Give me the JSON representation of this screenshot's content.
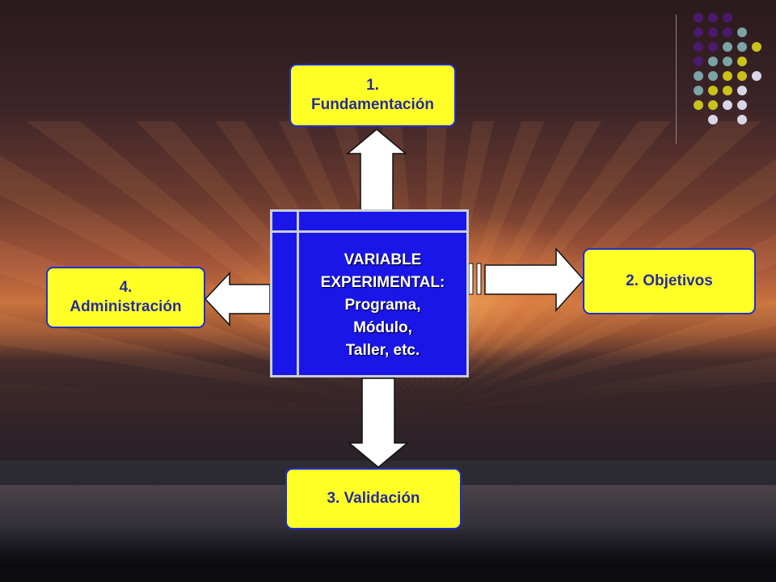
{
  "center": {
    "lines": [
      "VARIABLE",
      "EXPERIMENTAL:",
      "Programa,",
      "Módulo,",
      "Taller, etc."
    ]
  },
  "nodes": {
    "top": {
      "line1": "1.",
      "line2": "Fundamentación"
    },
    "right": {
      "line1": "2. Objetivos"
    },
    "bottom": {
      "line1": "3. Validación"
    },
    "left": {
      "line1": "4.",
      "line2": "Administración"
    }
  },
  "colors": {
    "node_fill": "#ffff26",
    "node_border": "#1f2fd0",
    "center_fill": "#1a16e8",
    "arrow_fill": "#ffffff",
    "dot_purple": "#4b1a6e",
    "dot_teal": "#7aa4a6",
    "dot_yellow": "#c9c21a",
    "dot_light": "#d9d6e8"
  },
  "decoration": {
    "dot_grid": [
      [
        "purple",
        "purple",
        "purple",
        null,
        null
      ],
      [
        "purple",
        "purple",
        "purple",
        "teal",
        null
      ],
      [
        "purple",
        "purple",
        "teal",
        "teal",
        "yellow"
      ],
      [
        "purple",
        "teal",
        "teal",
        "yellow",
        null
      ],
      [
        "teal",
        "teal",
        "yellow",
        "yellow",
        "light"
      ],
      [
        "teal",
        "yellow",
        "yellow",
        "light",
        null
      ],
      [
        "yellow",
        "yellow",
        "light",
        "light",
        null
      ],
      [
        null,
        "light",
        null,
        "light",
        null
      ]
    ]
  }
}
